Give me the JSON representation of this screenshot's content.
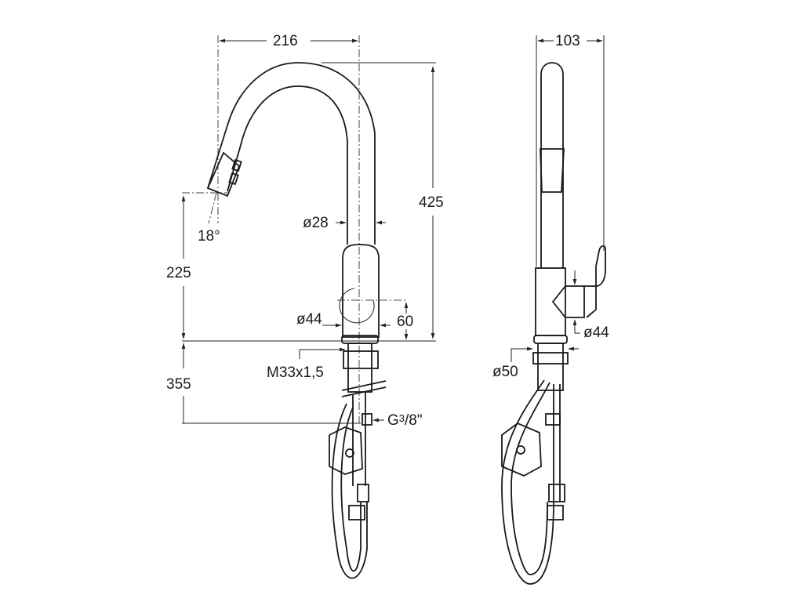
{
  "front_view": {
    "width_dim": "216",
    "height_dim": "425",
    "spray_angle": "18°",
    "hose_diameter": "ø28",
    "body_diameter": "ø44",
    "lever_height": "60",
    "spout_height": "225",
    "shank_length": "355",
    "thread": "M33x1,5",
    "connection_prefix": "G",
    "connection_num": "3",
    "connection_den": "/8\""
  },
  "side_view": {
    "width_dim": "103",
    "body_diameter": "ø44",
    "base_diameter": "ø50"
  }
}
